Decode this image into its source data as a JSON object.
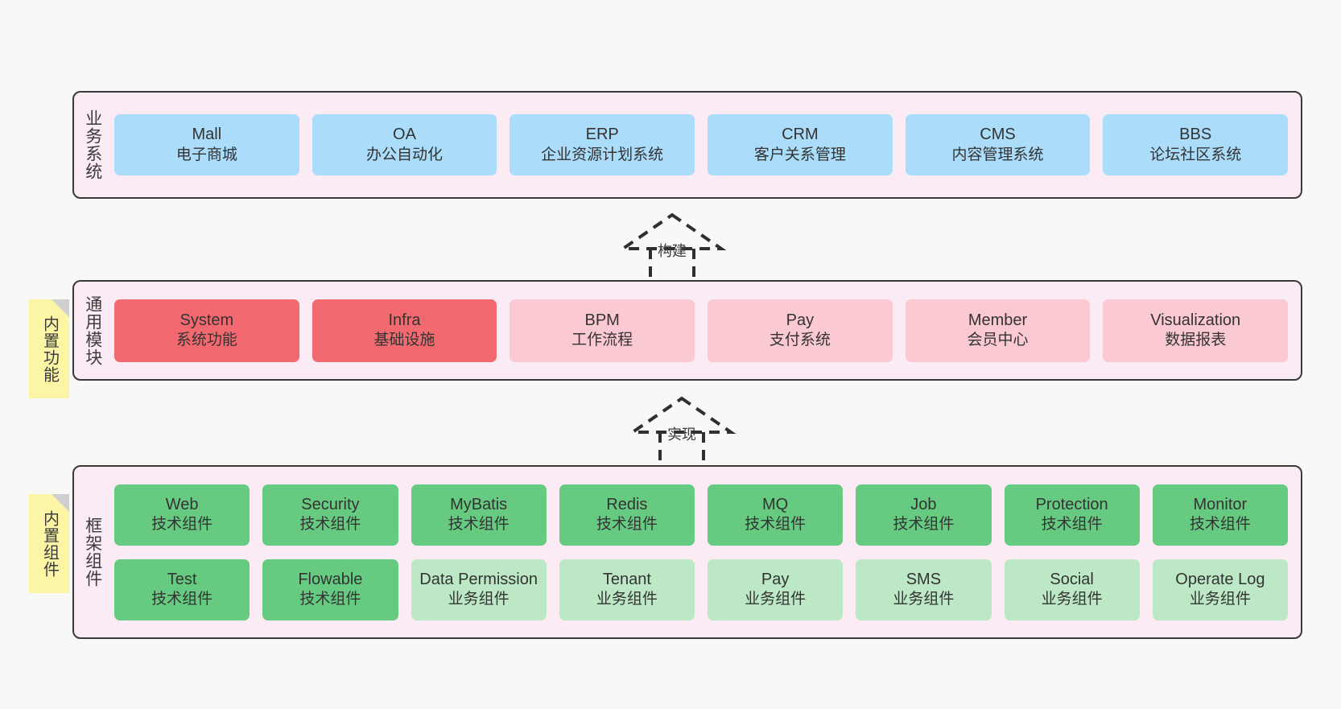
{
  "diagram": {
    "background_color": "#f8f8f7",
    "layer_fill": "#faebf4",
    "layer_border": "#3a3a3a"
  },
  "layers": [
    {
      "id": "business-systems",
      "title": "业务系统",
      "note": null,
      "rows": [
        {
          "cards": [
            {
              "en": "Mall",
              "cn": "电子商城",
              "style": "blue"
            },
            {
              "en": "OA",
              "cn": "办公自动化",
              "style": "blue"
            },
            {
              "en": "ERP",
              "cn": "企业资源计划系统",
              "style": "blue"
            },
            {
              "en": "CRM",
              "cn": "客户关系管理",
              "style": "blue"
            },
            {
              "en": "CMS",
              "cn": "内容管理系统",
              "style": "blue"
            },
            {
              "en": "BBS",
              "cn": "论坛社区系统",
              "style": "blue"
            }
          ]
        }
      ]
    },
    {
      "id": "common-modules",
      "title": "通用模块",
      "note": "内置功能",
      "rows": [
        {
          "cards": [
            {
              "en": "System",
              "cn": "系统功能",
              "style": "red"
            },
            {
              "en": "Infra",
              "cn": "基础设施",
              "style": "red"
            },
            {
              "en": "BPM",
              "cn": "工作流程",
              "style": "pink"
            },
            {
              "en": "Pay",
              "cn": "支付系统",
              "style": "pink"
            },
            {
              "en": "Member",
              "cn": "会员中心",
              "style": "pink"
            },
            {
              "en": "Visualization",
              "cn": "数据报表",
              "style": "pink"
            }
          ]
        }
      ]
    },
    {
      "id": "framework-components",
      "title": "框架组件",
      "note": "内置组件",
      "rows": [
        {
          "cards": [
            {
              "en": "Web",
              "cn": "技术组件",
              "style": "green"
            },
            {
              "en": "Security",
              "cn": "技术组件",
              "style": "green"
            },
            {
              "en": "MyBatis",
              "cn": "技术组件",
              "style": "green"
            },
            {
              "en": "Redis",
              "cn": "技术组件",
              "style": "green"
            },
            {
              "en": "MQ",
              "cn": "技术组件",
              "style": "green"
            },
            {
              "en": "Job",
              "cn": "技术组件",
              "style": "green"
            },
            {
              "en": "Protection",
              "cn": "技术组件",
              "style": "green"
            },
            {
              "en": "Monitor",
              "cn": "技术组件",
              "style": "green"
            }
          ]
        },
        {
          "cards": [
            {
              "en": "Test",
              "cn": "技术组件",
              "style": "green"
            },
            {
              "en": "Flowable",
              "cn": "技术组件",
              "style": "green"
            },
            {
              "en": "Data Permission",
              "cn": "业务组件",
              "style": "lgreen",
              "wrap": true
            },
            {
              "en": "Tenant",
              "cn": "业务组件",
              "style": "lgreen"
            },
            {
              "en": "Pay",
              "cn": "业务组件",
              "style": "lgreen"
            },
            {
              "en": "SMS",
              "cn": "业务组件",
              "style": "lgreen"
            },
            {
              "en": "Social",
              "cn": "业务组件",
              "style": "lgreen"
            },
            {
              "en": "Operate Log",
              "cn": "业务组件",
              "style": "lgreen"
            }
          ]
        }
      ]
    }
  ],
  "connectors": [
    {
      "id": "build",
      "label": "构建"
    },
    {
      "id": "implement",
      "label": "实现"
    }
  ]
}
